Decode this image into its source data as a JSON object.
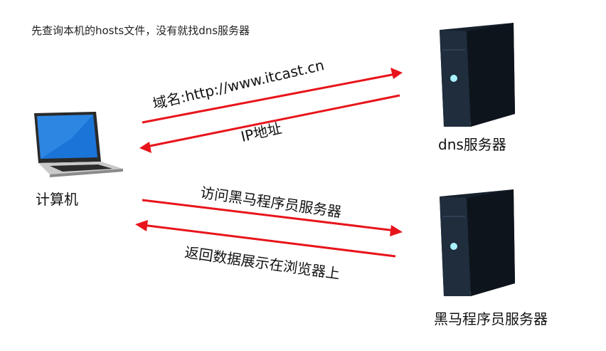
{
  "note": "先查询本机的hosts文件，没有就找dns服务器",
  "computer": {
    "label": "计算机"
  },
  "dns_server": {
    "label": "dns服务器"
  },
  "heima_server": {
    "label": "黑马程序员服务器"
  },
  "arrows": {
    "domain": "域名:http://www.itcast.cn",
    "ip": "IP地址",
    "visit": "访问黑马程序员服务器",
    "return": "返回数据展示在浏览器上"
  },
  "colors": {
    "arrow": "#e8141b",
    "screen": "#1b74d8",
    "server": "#15202c"
  }
}
